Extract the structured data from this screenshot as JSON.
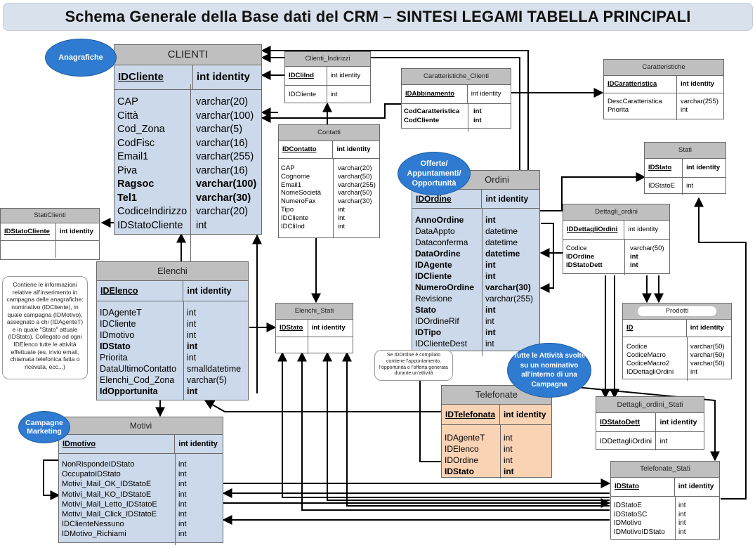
{
  "title": "Schema Generale della Base dati del CRM – SINTESI LEGAMI TABELLA PRINCIPALI",
  "colors": {
    "blue_table": "#cbd9ea",
    "orange_table": "#f9d3b4",
    "header_grey": "#bfbfbf",
    "bubble": "#2f7bd1"
  },
  "bubbles": {
    "anagrafiche": "Anagrafiche",
    "offerte": "Offerte/ Appuntamenti/ Opportunità",
    "campagne": "Campagne Marketing",
    "attivita": "Tutte le Attività svolte su un nominativo all'interno di una Campagna"
  },
  "notes": {
    "elenchi": "Contiene le informazioni relative all'inserimento in campagna delle anagrafiche: nominativo (IDCliente), in quale campagna (IDMotivo), assegnato a chi (IDAgenteT) e in quale \"Stato\" attuale (IDStato). Collegato ad ogni IDElenco tutte le attività effettuate (es. invio email, chiamata telefonica fatta o ricevuta, ecc...)",
    "ordini": "Se IDOrdine è compilato contiene l'appuntamento, l'opportunità o l'offerta generata durante un'attività"
  },
  "tables": {
    "clienti": {
      "name": "CLIENTI",
      "pk": "IDCliente",
      "pk_type": "int identity",
      "fields": [
        [
          "CAP",
          "varchar(20)"
        ],
        [
          "Città",
          "varchar(100)"
        ],
        [
          "Cod_Zona",
          "varchar(5)"
        ],
        [
          "CodFisc",
          "varchar(16)"
        ],
        [
          "Email1",
          "varchar(255)"
        ],
        [
          "Piva",
          "varchar(16)"
        ],
        [
          "Ragsoc",
          "varchar(100)"
        ],
        [
          "Tel1",
          "varchar(30)"
        ],
        [
          "CodiceIndirizzo",
          "varchar(20)"
        ],
        [
          "IDStatoCliente",
          "int"
        ]
      ]
    },
    "clienti_indirizzi": {
      "name": "Clienti_Indirizzi",
      "pk": "IDCliInd",
      "pk_type": "int identity",
      "fields": [
        [
          "IDCliente",
          "int"
        ]
      ]
    },
    "contatti": {
      "name": "Contatti",
      "pk": "IDContatto",
      "pk_type": "int identity",
      "fields": [
        [
          "CAP",
          "varchar(20)"
        ],
        [
          "Cognome",
          "varchar(50)"
        ],
        [
          "Email1",
          "varchar(255)"
        ],
        [
          "NomeSocietà",
          "varchar(50)"
        ],
        [
          "NumeroFax",
          "varchar(30)"
        ],
        [
          "Tipo",
          "int"
        ],
        [
          "IDCliente",
          "int"
        ],
        [
          "IDCliInd",
          "int"
        ]
      ]
    },
    "caratteristiche_clienti": {
      "name": "Caratteristiche_Clienti",
      "pk": "IDAbbinamento",
      "pk_type": "int identity",
      "fields": [
        [
          "CodCaratteristica",
          "int"
        ],
        [
          "CodCliente",
          "int"
        ]
      ]
    },
    "caratteristiche": {
      "name": "Caratteristiche",
      "pk": "IDCaratteristica",
      "pk_type": "int identity",
      "fields": [
        [
          "DescCaratteristica",
          "varchar(255)"
        ],
        [
          "Priorita",
          "int"
        ]
      ]
    },
    "stati": {
      "name": "Stati",
      "pk": "IDStato",
      "pk_type": "int identity",
      "fields": [
        [
          "IDStatoE",
          "int"
        ]
      ]
    },
    "stati_clienti": {
      "name": "StatiClienti",
      "pk": "IDStatoCliente",
      "pk_type": "int identity"
    },
    "ordini": {
      "name": "Ordini",
      "pk": "IDOrdine",
      "pk_type": "int identity",
      "fields": [
        [
          "AnnoOrdine",
          "int"
        ],
        [
          "DataAppto",
          "datetime"
        ],
        [
          "Dataconferma",
          "datetime"
        ],
        [
          "DataOrdine",
          "datetime"
        ],
        [
          "IDAgente",
          "int"
        ],
        [
          "IDCliente",
          "int"
        ],
        [
          "NumeroOrdine",
          "varchar(30)"
        ],
        [
          "Revisione",
          "varchar(255)"
        ],
        [
          "Stato",
          "int"
        ],
        [
          "IDOrdineRif",
          "int"
        ],
        [
          "IDTipo",
          "int"
        ],
        [
          "IDClienteDest",
          "int"
        ]
      ]
    },
    "dettagli_ordini": {
      "name": "Dettagli_ordini",
      "pk": "IDDettagliOrdini",
      "pk_type": "int identity",
      "fields": [
        [
          "Codice",
          "varchar(50)"
        ],
        [
          "IDOrdine",
          "int"
        ],
        [
          "IDStatoDett",
          "int"
        ]
      ]
    },
    "prodotti": {
      "name": "Prodotti",
      "pk": "ID",
      "pk_type": "int identity",
      "fields": [
        [
          "Codice",
          "varchar(50)"
        ],
        [
          "CodiceMacro",
          "varchar(50)"
        ],
        [
          "CodiceMacro2",
          "varchar(50)"
        ],
        [
          "IDDettagliOrdini",
          "int"
        ]
      ]
    },
    "dettagli_ordini_stati": {
      "name": "Dettagli_ordini_Stati",
      "pk": "IDStatoDett",
      "pk_type": "int identity",
      "fields": [
        [
          "IDDettagliOrdini",
          "int"
        ]
      ]
    },
    "elenchi": {
      "name": "Elenchi",
      "pk": "IDElenco",
      "pk_type": "int identity",
      "fields": [
        [
          "IDAgenteT",
          "int"
        ],
        [
          "IDCliente",
          "int"
        ],
        [
          "IDmotivo",
          "int"
        ],
        [
          "IDStato",
          "int"
        ],
        [
          "Priorita",
          "int"
        ],
        [
          "DataUltimoContatto",
          "smalldatetime"
        ],
        [
          "Elenchi_Cod_Zona",
          "varchar(5)"
        ],
        [
          "IdOpportunita",
          "int"
        ]
      ]
    },
    "elenchi_stati": {
      "name": "Elenchi_Stati",
      "pk": "IDStato",
      "pk_type": "int identity"
    },
    "telefonate": {
      "name": "Telefonate",
      "pk": "IDTelefonata",
      "pk_type": "int identity",
      "fields": [
        [
          "IDAgenteT",
          "int"
        ],
        [
          "IDElenco",
          "int"
        ],
        [
          "IDOrdine",
          "int"
        ],
        [
          "IDStato",
          "int"
        ]
      ]
    },
    "motivi": {
      "name": "Motivi",
      "pk": "IDmotivo",
      "pk_type": "int identity",
      "fields": [
        [
          "NonRispondeIDStato",
          "int"
        ],
        [
          "OccupatoIDStato",
          "int"
        ],
        [
          "Motivi_Mail_OK_IDStatoE",
          "int"
        ],
        [
          "Motivi_Mail_KO_IDStatoE",
          "int"
        ],
        [
          "Motivi_Mail_Letto_IDStatoE",
          "int"
        ],
        [
          "Motivi_Mail_Click_IDStatoE",
          "int"
        ],
        [
          "IDClienteNessuno",
          "int"
        ],
        [
          "IDMotivo_Richiami",
          "int"
        ]
      ]
    },
    "telefonate_stati": {
      "name": "Telefonate_Stati",
      "pk": "IDStato",
      "pk_type": "int identity",
      "fields": [
        [
          "IDStatoE",
          "int"
        ],
        [
          "IDStatoSC",
          "int"
        ],
        [
          "IDMotivo",
          "int"
        ],
        [
          "IDMotivoIDStato",
          "int"
        ]
      ]
    }
  }
}
